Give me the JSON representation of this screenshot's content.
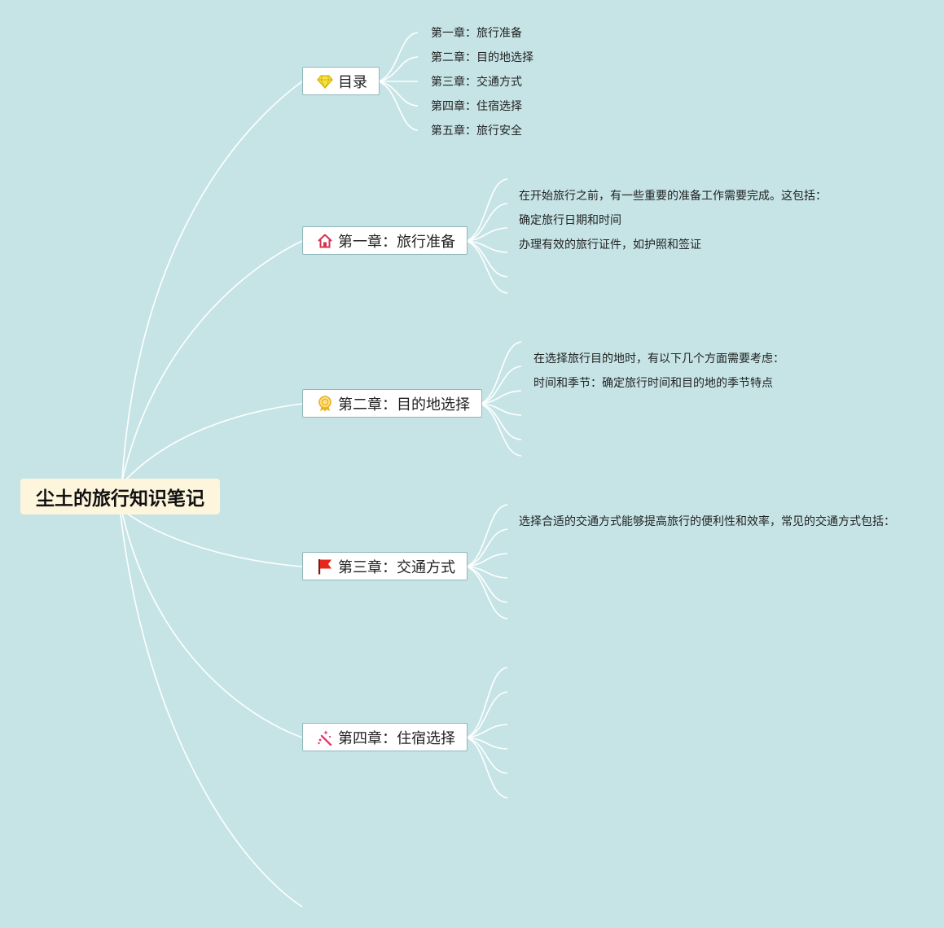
{
  "root": {
    "title": "尘土的旅行知识笔记"
  },
  "branches": [
    {
      "label": "目录",
      "icon": "diamond-icon",
      "icon_color": "#f2d200"
    },
    {
      "label": "第一章：旅行准备",
      "icon": "house-icon",
      "icon_color": "#d6344f"
    },
    {
      "label": "第二章：目的地选择",
      "icon": "medal-icon",
      "icon_color": "#e8b21c"
    },
    {
      "label": "第三章：交通方式",
      "icon": "flag-icon",
      "icon_color": "#e5281e"
    },
    {
      "label": "第四章：住宿选择",
      "icon": "magic-wand-icon",
      "icon_color": "#e83a6a"
    }
  ],
  "toc": [
    "第一章：旅行准备",
    "第二章：目的地选择",
    "第三章：交通方式",
    "第四章：住宿选择",
    "第五章：旅行安全"
  ],
  "ch1": [
    "在开始旅行之前，有一些重要的准备工作需要完成。这包括：",
    "确定旅行日期和时间",
    "办理有效的旅行证件，如护照和签证"
  ],
  "ch2": [
    "在选择旅行目的地时，有以下几个方面需要考虑：",
    "时间和季节：确定旅行时间和目的地的季节特点"
  ],
  "ch3": [
    "选择合适的交通方式能够提高旅行的便利性和效率，常见的交通方式包括："
  ],
  "colors": {
    "background": "#c6e4e6",
    "root_fill": "#fdf6dd",
    "connector": "#ffffff",
    "node_border": "#8fb7bb"
  }
}
